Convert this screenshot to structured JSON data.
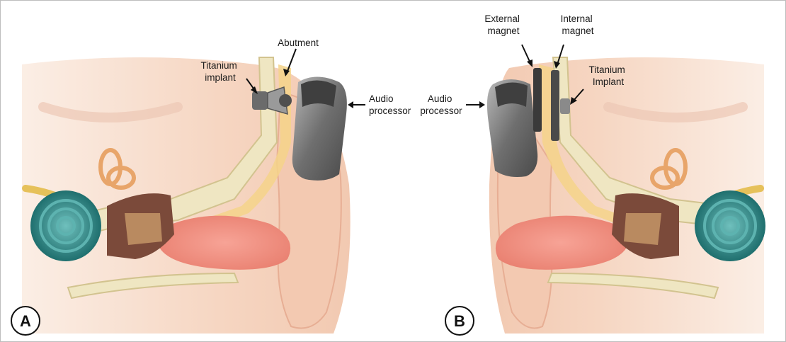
{
  "panels": [
    {
      "letter": "A",
      "labels": {
        "titanium_implant": [
          "Titanium",
          "implant"
        ],
        "abutment": "Abutment",
        "audio_processor": [
          "Audio",
          "processor"
        ]
      }
    },
    {
      "letter": "B",
      "labels": {
        "external_magnet": [
          "External",
          "magnet"
        ],
        "internal_magnet": [
          "Internal",
          "magnet"
        ],
        "titanium_implant": [
          "Titanium",
          "Implant"
        ],
        "audio_processor": [
          "Audio",
          "processor"
        ]
      }
    }
  ],
  "colors": {
    "skin": "#f6dccb",
    "bone": "#efe6c2",
    "canal_pink": "#f08b7e",
    "cochlea": "#2f8c8a",
    "processor": "#7a7a7a",
    "nerve": "#e6c15a"
  }
}
